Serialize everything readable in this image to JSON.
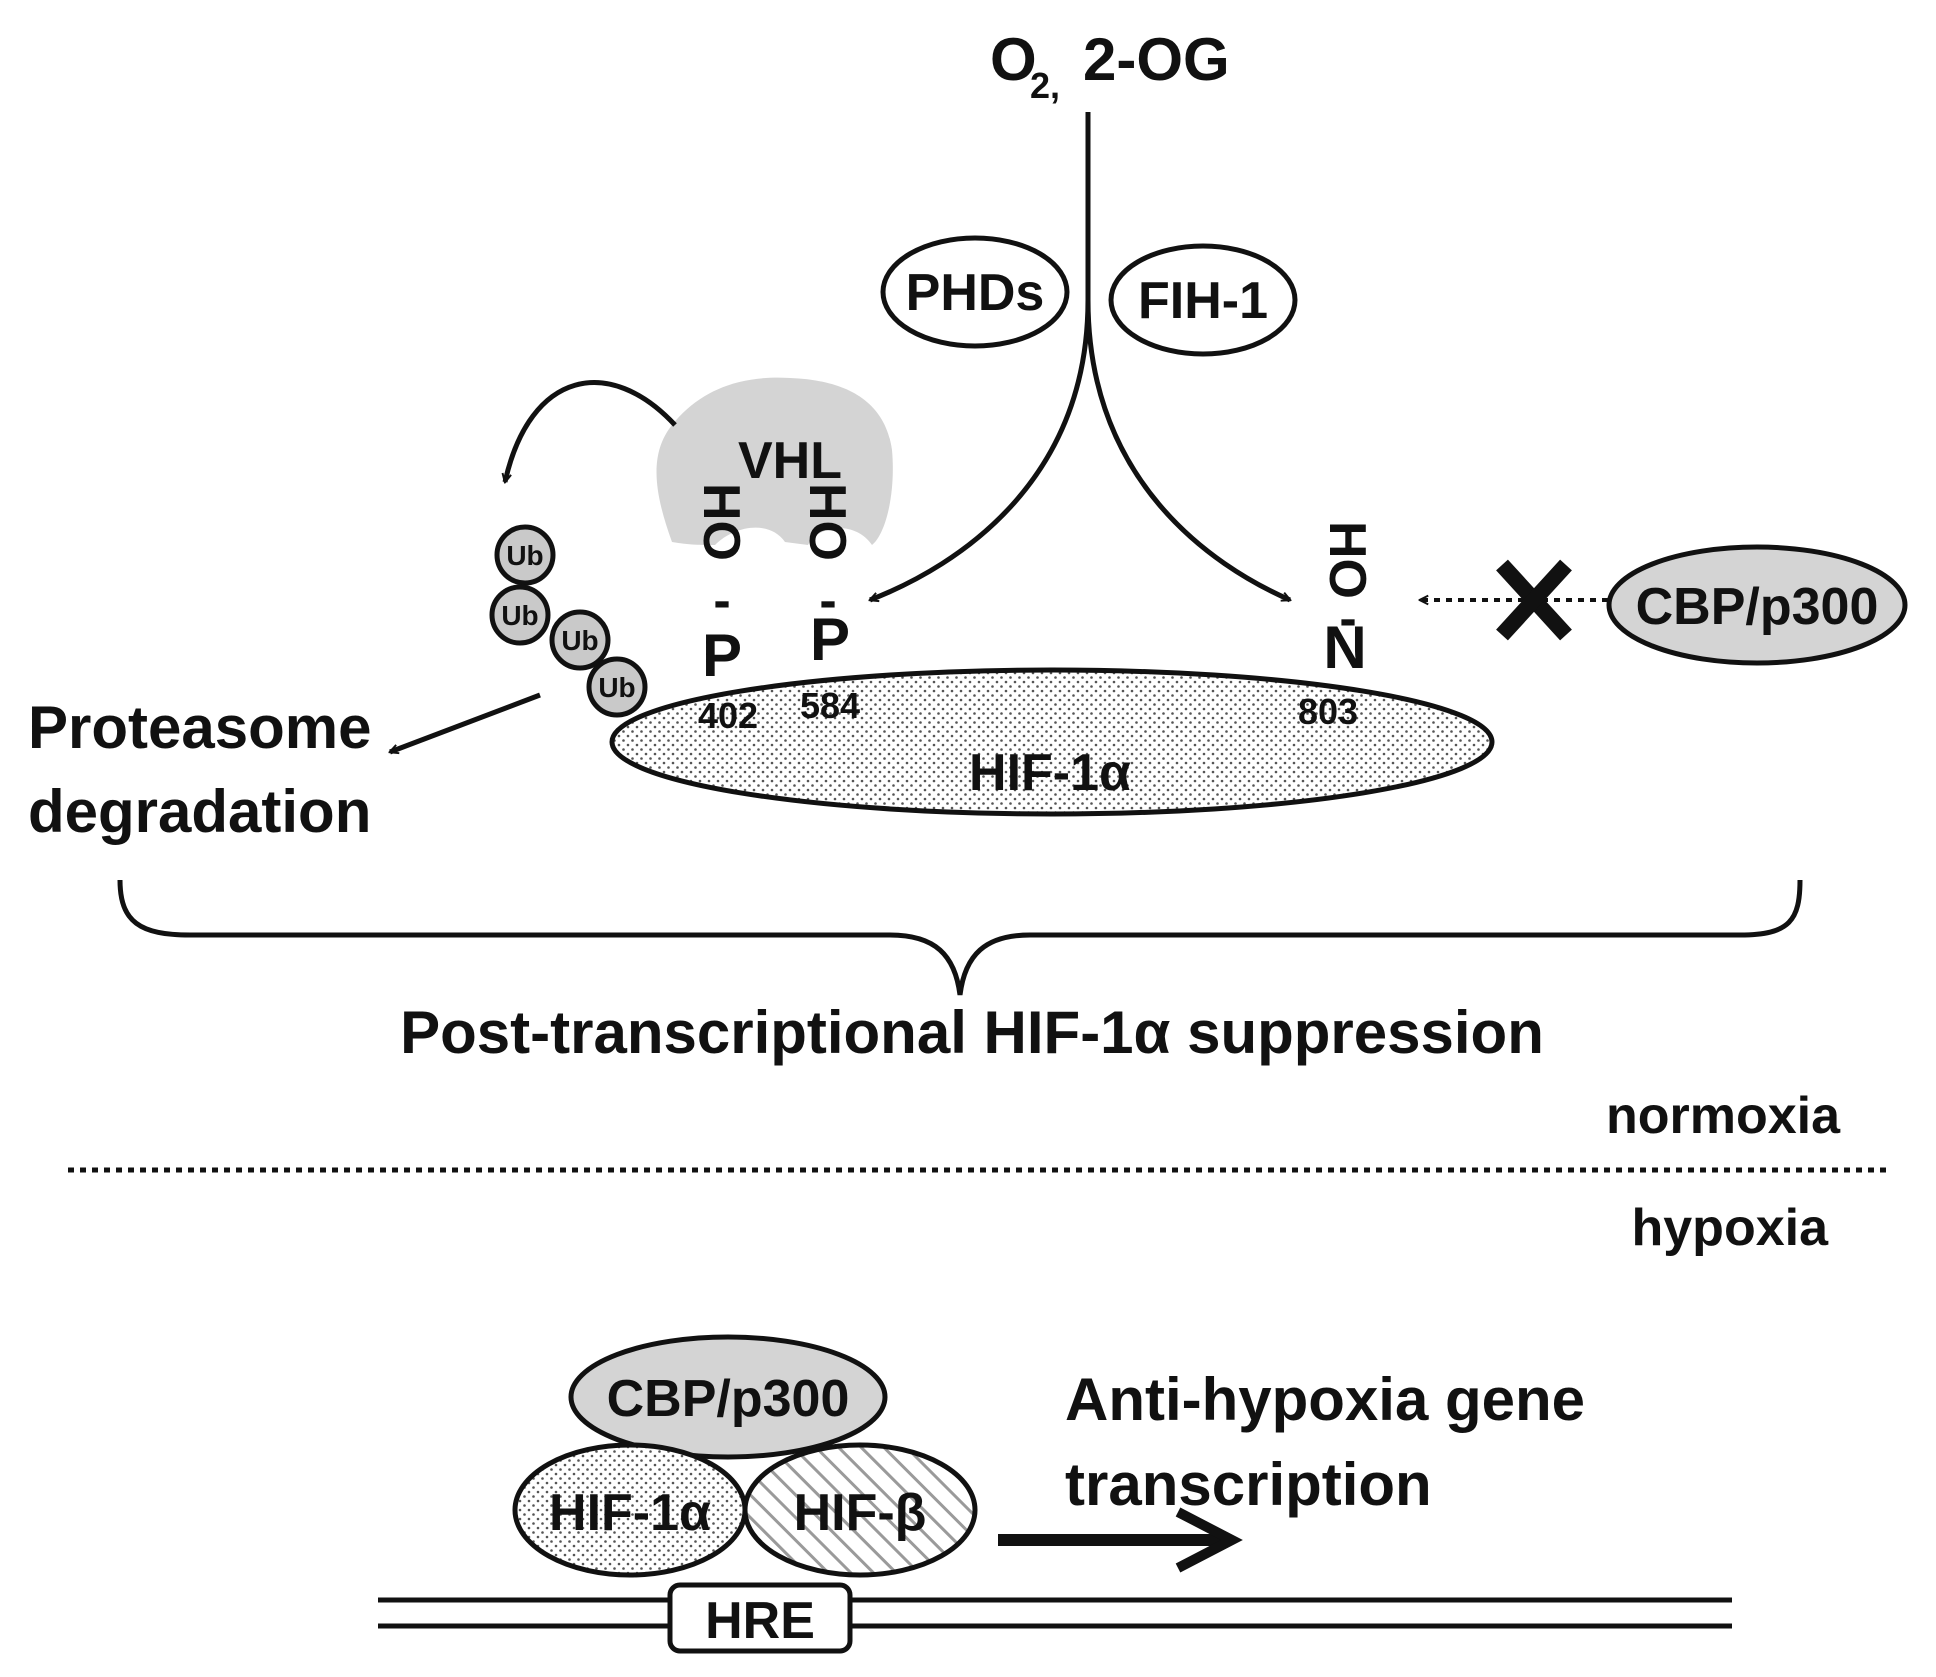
{
  "colors": {
    "stroke": "#111111",
    "background": "#ffffff",
    "gray_fill": "#d4d4d4",
    "dot_fill": "#555555",
    "hatch": "#9a9a9a"
  },
  "substrates": {
    "o2": "O",
    "o2_sub": "2,",
    "og": "2-OG"
  },
  "enzymes": {
    "phds": "PHDs",
    "fih1": "FIH-1",
    "vhl": "VHL"
  },
  "residues": {
    "p402": {
      "oh": "HO",
      "dash": "-",
      "aa": "P",
      "num": "402"
    },
    "p584": {
      "oh": "HO",
      "dash": "-",
      "aa": "P",
      "num": "584"
    },
    "n803": {
      "oh": "HO",
      "dash": "-",
      "aa": "N",
      "num": "803"
    }
  },
  "hif1a_label": "HIF-1α",
  "ubiquitin": [
    "Ub",
    "Ub",
    "Ub",
    "Ub"
  ],
  "cbp_top": "CBP/p300",
  "proteasome": {
    "line1": "Proteasome",
    "line2": "degradation"
  },
  "suppression_label": "Post-transcriptional HIF-1α suppression",
  "conditions": {
    "normoxia": "normoxia",
    "hypoxia": "hypoxia"
  },
  "complex": {
    "cbp": "CBP/p300",
    "hif1a": "HIF-1α",
    "hifb": "HIF-β",
    "hre": "HRE"
  },
  "transcription": {
    "line1": "Anti-hypoxia gene",
    "line2": "transcription"
  }
}
